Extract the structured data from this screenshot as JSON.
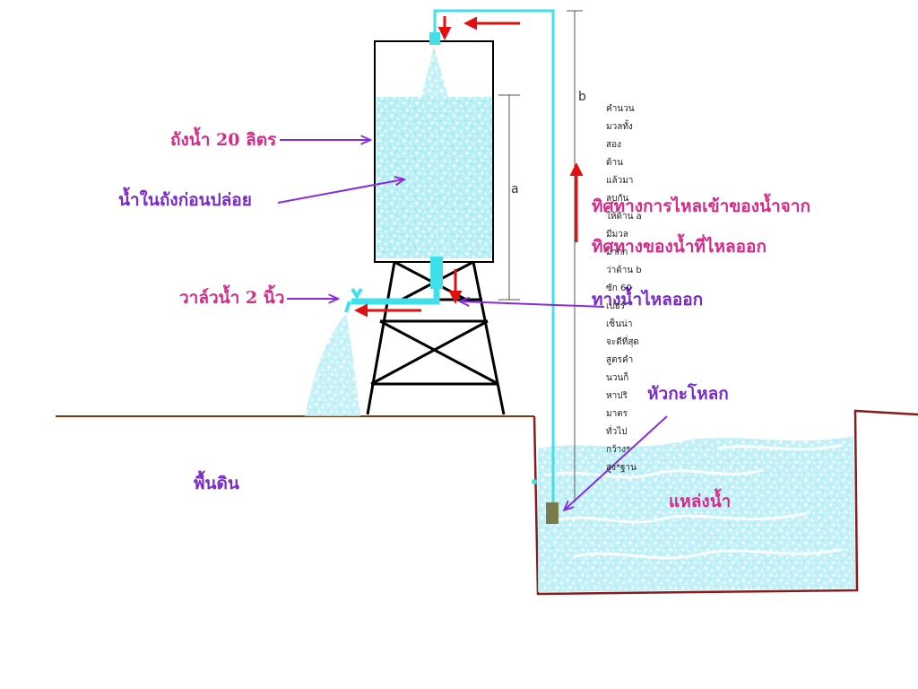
{
  "colors": {
    "water": "#a8ecf2",
    "pipe": "#40e0ea",
    "ground": "#7a3b10",
    "pit": "#8b1a1a",
    "arrow_red": "#e01010",
    "arrow_purple": "#8a2be2",
    "label_pink": "#d62a8a",
    "label_purple": "#7a2ac8",
    "pump_head": "#7a7a4a"
  },
  "labels": {
    "tank": "ถังน้ำ 20 ลิตร",
    "water_in_tank": "น้ำในถังก่อนปล่อย",
    "valve": "วาล์วน้ำ 2 นิ้ว",
    "ground": "พื้นดิน",
    "flow_in_line1": "ทิศทางการไหลเข้าของน้ำจาก",
    "flow_in_line2": "ทิศทางของน้ำที่ไหลออก",
    "outflow": "ทางน้ำไหลออก",
    "pump_head": "หัวกะโหลก",
    "water_source": "แหล่งน้ำ",
    "dim_a": "a",
    "dim_b": "b"
  },
  "calc_note": [
    "คำนวน",
    "มวลทั้ง",
    "สอง",
    "ด้าน",
    "แล้วมา",
    "ลบกัน",
    "ให้ด้าน a",
    "มีมวล",
    "มากก",
    "ว่าด้าน b",
    "ซัก 60",
    "เปอร์",
    "เซ็นน่า",
    "จะดีที่สุด",
    "สูตรคำ",
    "นวนก็",
    "หาปริ",
    "มาตร",
    "ทั่วไป",
    "กว้าง*",
    "สูง*ฐาน"
  ]
}
